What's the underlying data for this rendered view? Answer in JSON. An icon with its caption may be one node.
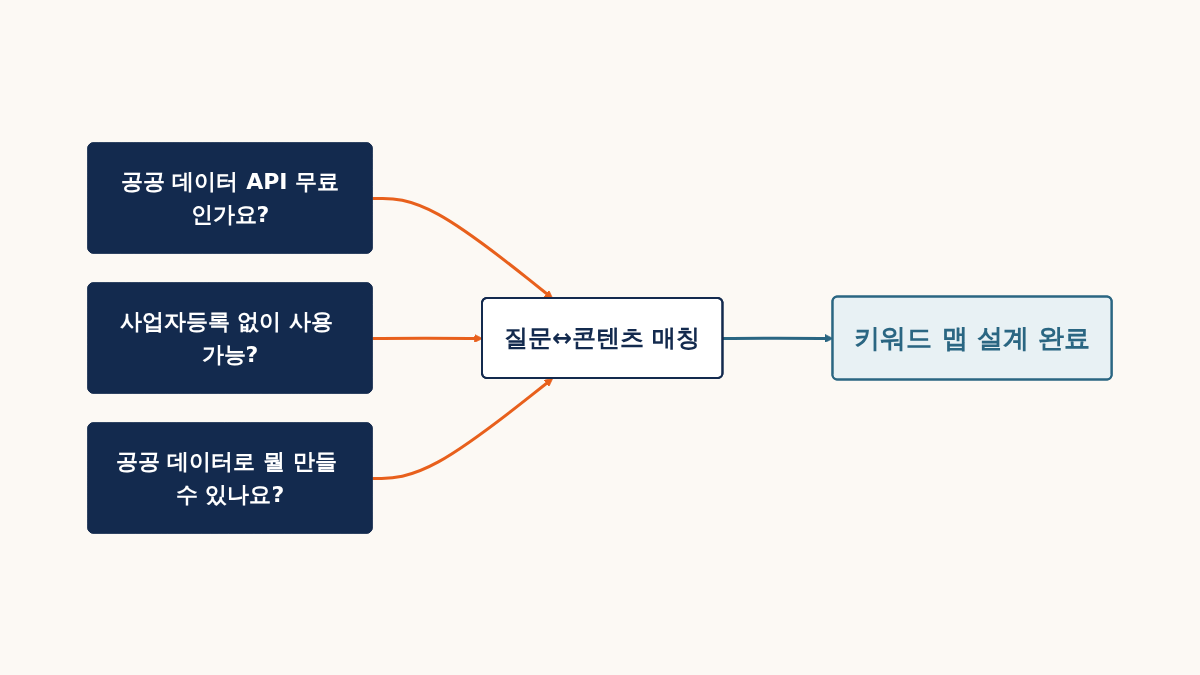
{
  "diagram": {
    "nodes": [
      {
        "text": [
          "공공 데이터 API 무료인가요?"
        ]
      },
      {
        "text": [
          "사업자등록 없이 사용 가능?"
        ]
      },
      {
        "text": [
          "공공 데이터로 뭘 만들 수 있나요?"
        ]
      },
      {
        "text": [
          "질문↔콘텐츠 매칭"
        ]
      },
      {
        "text": [
          "키워드 맵 설계 완료"
        ]
      }
    ],
    "edges": [
      {
        "from": 0,
        "to": 3,
        "arrow": "to",
        "color": "#e8601c"
      },
      {
        "from": 1,
        "to": 3,
        "arrow": "to",
        "color": "#e8601c"
      },
      {
        "from": 2,
        "to": 3,
        "arrow": "to",
        "color": "#e8601c"
      },
      {
        "from": 3,
        "to": 4,
        "arrow": "to",
        "color": "#2a6682"
      }
    ]
  }
}
